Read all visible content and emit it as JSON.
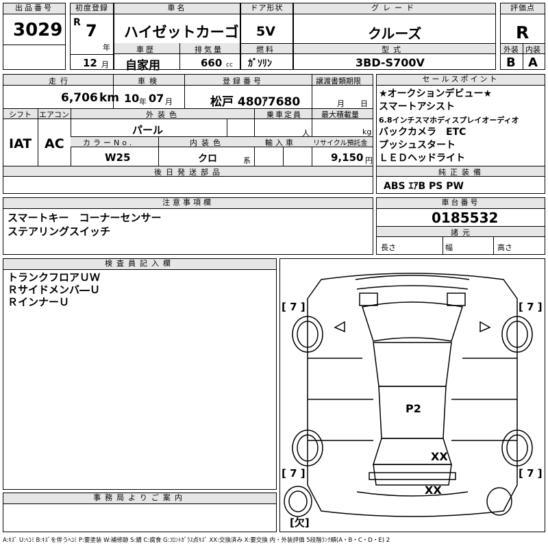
{
  "lot": {
    "label": "出品番号",
    "value": "3029"
  },
  "first_reg": {
    "label": "初度登録",
    "era": "R",
    "year": "7",
    "year_unit": "年",
    "month": "12",
    "month_unit": "月"
  },
  "car_name": {
    "label": "車名",
    "value": "ハイゼットカーゴ"
  },
  "history": {
    "label": "車歴",
    "value": "自家用"
  },
  "displacement": {
    "label": "排気量",
    "value": "660",
    "unit": "cc"
  },
  "door": {
    "label": "ドア形状",
    "value": "5V"
  },
  "fuel": {
    "label": "燃料",
    "value": "ｶﾞｿﾘﾝ"
  },
  "grade": {
    "label": "グレード",
    "value": "クルーズ"
  },
  "model": {
    "label": "型式",
    "value": "3BD-S700V"
  },
  "rating": {
    "label": "評価点",
    "value": "R",
    "ext_label": "外装",
    "ext_value": "B",
    "int_label": "内装",
    "int_value": "A"
  },
  "mileage": {
    "label": "走行",
    "value": "6,706",
    "unit": "km"
  },
  "inspection": {
    "label": "車検",
    "year": "10",
    "year_unit": "年",
    "month": "07",
    "month_unit": "月"
  },
  "registration": {
    "label": "登録番号",
    "value": "松戸 480ｱ7680"
  },
  "transfer": {
    "label": "譲渡書類期限",
    "month_unit": "月",
    "day_unit": "日"
  },
  "shift": {
    "label": "シフト",
    "value": "IAT"
  },
  "aircon": {
    "label": "エアコン",
    "value": "AC"
  },
  "exterior_color": {
    "label": "外装色",
    "value": "パール"
  },
  "capacity": {
    "label": "乗車定員",
    "unit": "人"
  },
  "max_load": {
    "label": "最大積載量",
    "unit": "kg"
  },
  "color_no": {
    "label": "カラーNo.",
    "value": "W25"
  },
  "interior_color": {
    "label": "内装色",
    "value": "クロ",
    "unit": "系"
  },
  "import": {
    "label": "輸入車"
  },
  "recycle": {
    "label": "リサイクル預託金",
    "value": "9,150",
    "unit": "円"
  },
  "later_parts": {
    "label": "後日発送部品"
  },
  "sales_points": {
    "label": "セールスポイント",
    "items": [
      "★オークションデビュー★",
      "スマートアシスト",
      "6.8インチスマホディスプレイオーディオ",
      "バックカメラ　ETC",
      "プッシュスタート",
      "ＬＥＤヘッドライト"
    ]
  },
  "standard_equip": {
    "label": "純正装備",
    "value": "ABS ｴｱB PS PW"
  },
  "notes": {
    "label": "注意事項欄",
    "items": [
      "スマートキー　コーナーセンサー",
      "ステアリングスイッチ"
    ]
  },
  "chassis": {
    "label": "車台番号",
    "value": "0185532"
  },
  "dims": {
    "label": "諸元",
    "length": "長さ",
    "width": "幅",
    "height": "高さ"
  },
  "inspector": {
    "label": "検査員記入欄",
    "items": [
      "トランクフロアＵＷ",
      "Ｒサイドメンバ―Ｕ",
      "ＲインナーＵ"
    ]
  },
  "office": {
    "label": "事務局よりご案内"
  },
  "diagram": {
    "tire_fl": "[ 7 ]",
    "tire_fr": "[ 7 ]",
    "tire_rl": "[ 7 ]",
    "tire_rr": "[ 7 ]",
    "spare": "[欠]",
    "mark_roof": "P2",
    "mark_rear": "XX",
    "mark_bumper": "XX"
  },
  "legend": "A:ｷｽﾞ  U:ﾍｺﾐ  B:ｷｽﾞを伴うﾍｺﾐ  P:要塗装  W:補修跡  S:錆  C:腐食  G:ﾌﾛﾝﾄｶﾞﾗｽ点ｷｽﾞ  XX:交換済み  X:要交換  内・外装評価  5段階ﾗﾝｸ順(A・B・C・D・E)  2"
}
